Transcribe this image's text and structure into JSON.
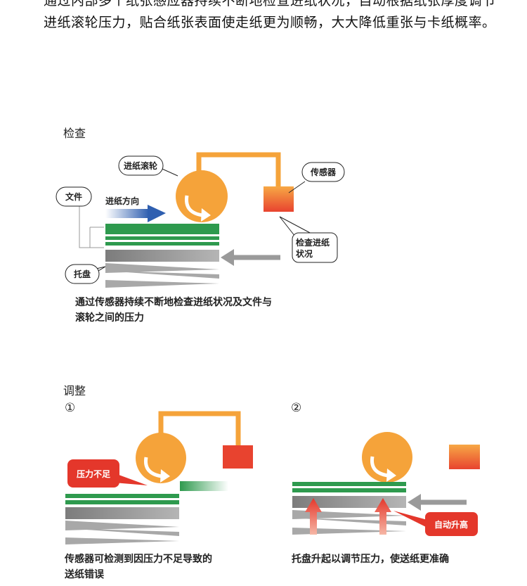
{
  "intro": {
    "text": "通过内部多个纸张感应器持续不断地检查进纸状况，自动根据纸张厚度调节进纸滚轮压力，贴合纸张表面使走纸更为顺畅，大大降低重张与卡纸概率。"
  },
  "check": {
    "heading": "检查",
    "labels": {
      "roller": "进纸滚轮",
      "sensor": "传感器",
      "document": "文件",
      "direction": "进纸方向",
      "check_status_line1": "检查进纸",
      "check_status_line2": "状况",
      "tray": "托盘"
    },
    "caption_line1": "通过传感器持续不断地检查进纸状况及文件与",
    "caption_line2": "滚轮之间的压力"
  },
  "adjust": {
    "heading": "调整",
    "step1": {
      "number": "①",
      "badge": "压力不足",
      "caption_line1": "传感器可检测到因压力不足导致的",
      "caption_line2": "送纸错误"
    },
    "step2": {
      "number": "②",
      "badge": "自动升高",
      "caption": "托盘升起以调节压力，使送纸更准确"
    }
  },
  "colors": {
    "orange": "#f5a33a",
    "sensor_red": "#e8432f",
    "green": "#2e9a4e",
    "blue_arrow": "#2f5fb0",
    "gray_arrow": "#9a9a9a",
    "badge_red": "#e4372b"
  }
}
